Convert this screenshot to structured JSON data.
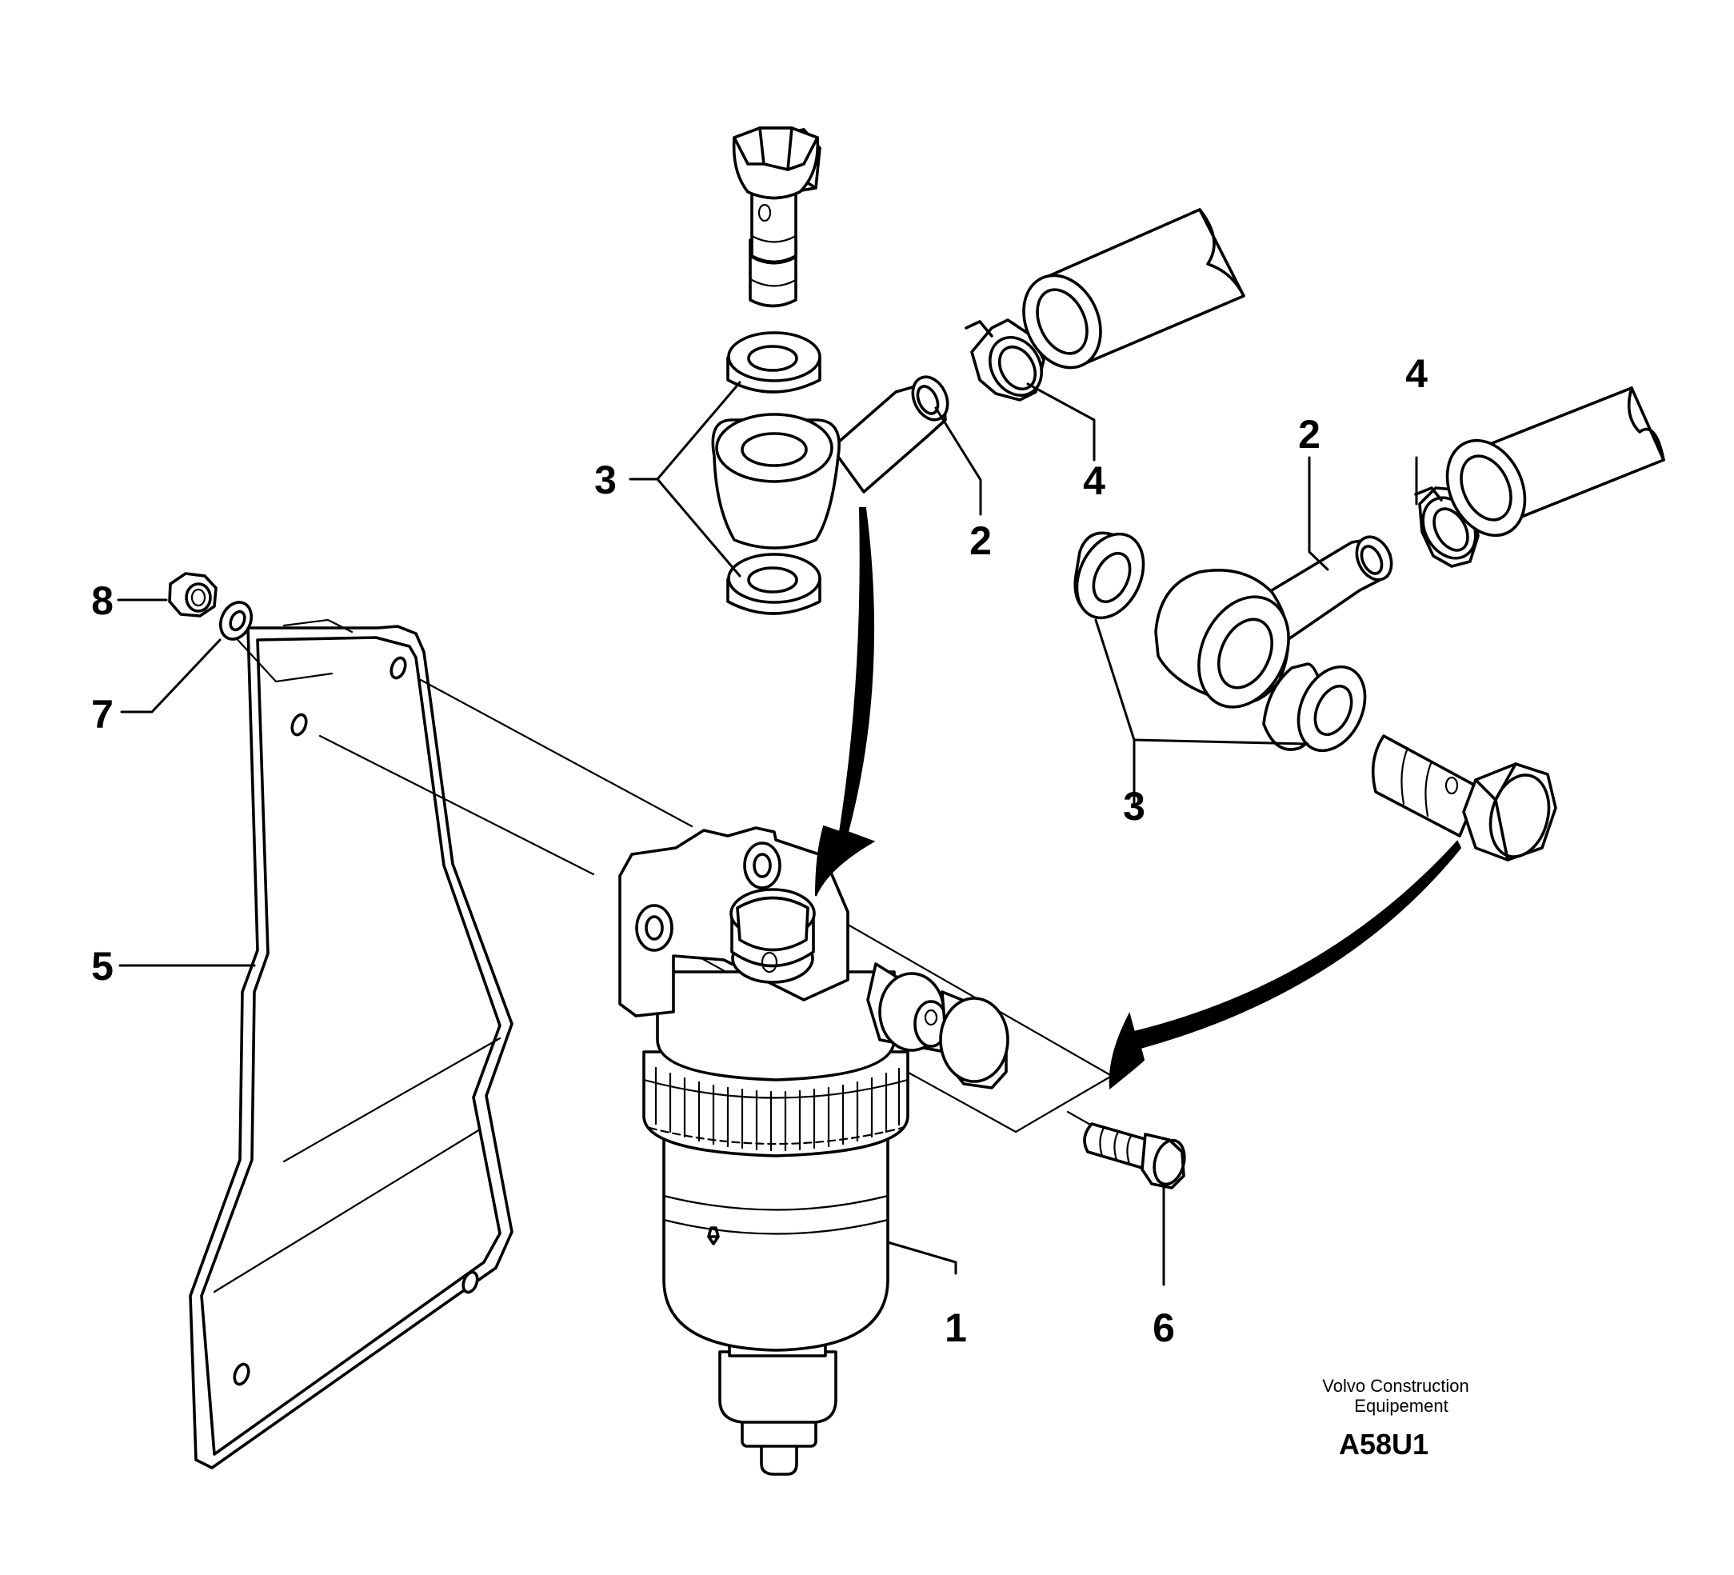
{
  "callouts": {
    "filter": "1",
    "banjo_upper": "2",
    "banjo_right": "2",
    "washers_upper": "3",
    "washers_right": "3",
    "clamp_upper": "4",
    "clamp_right": "4",
    "bracket": "5",
    "screw": "6",
    "washer": "7",
    "nut": "8"
  },
  "credit": {
    "line1": "Volvo Construction",
    "line2": "Equipement"
  },
  "drawing_code": "A58U1"
}
